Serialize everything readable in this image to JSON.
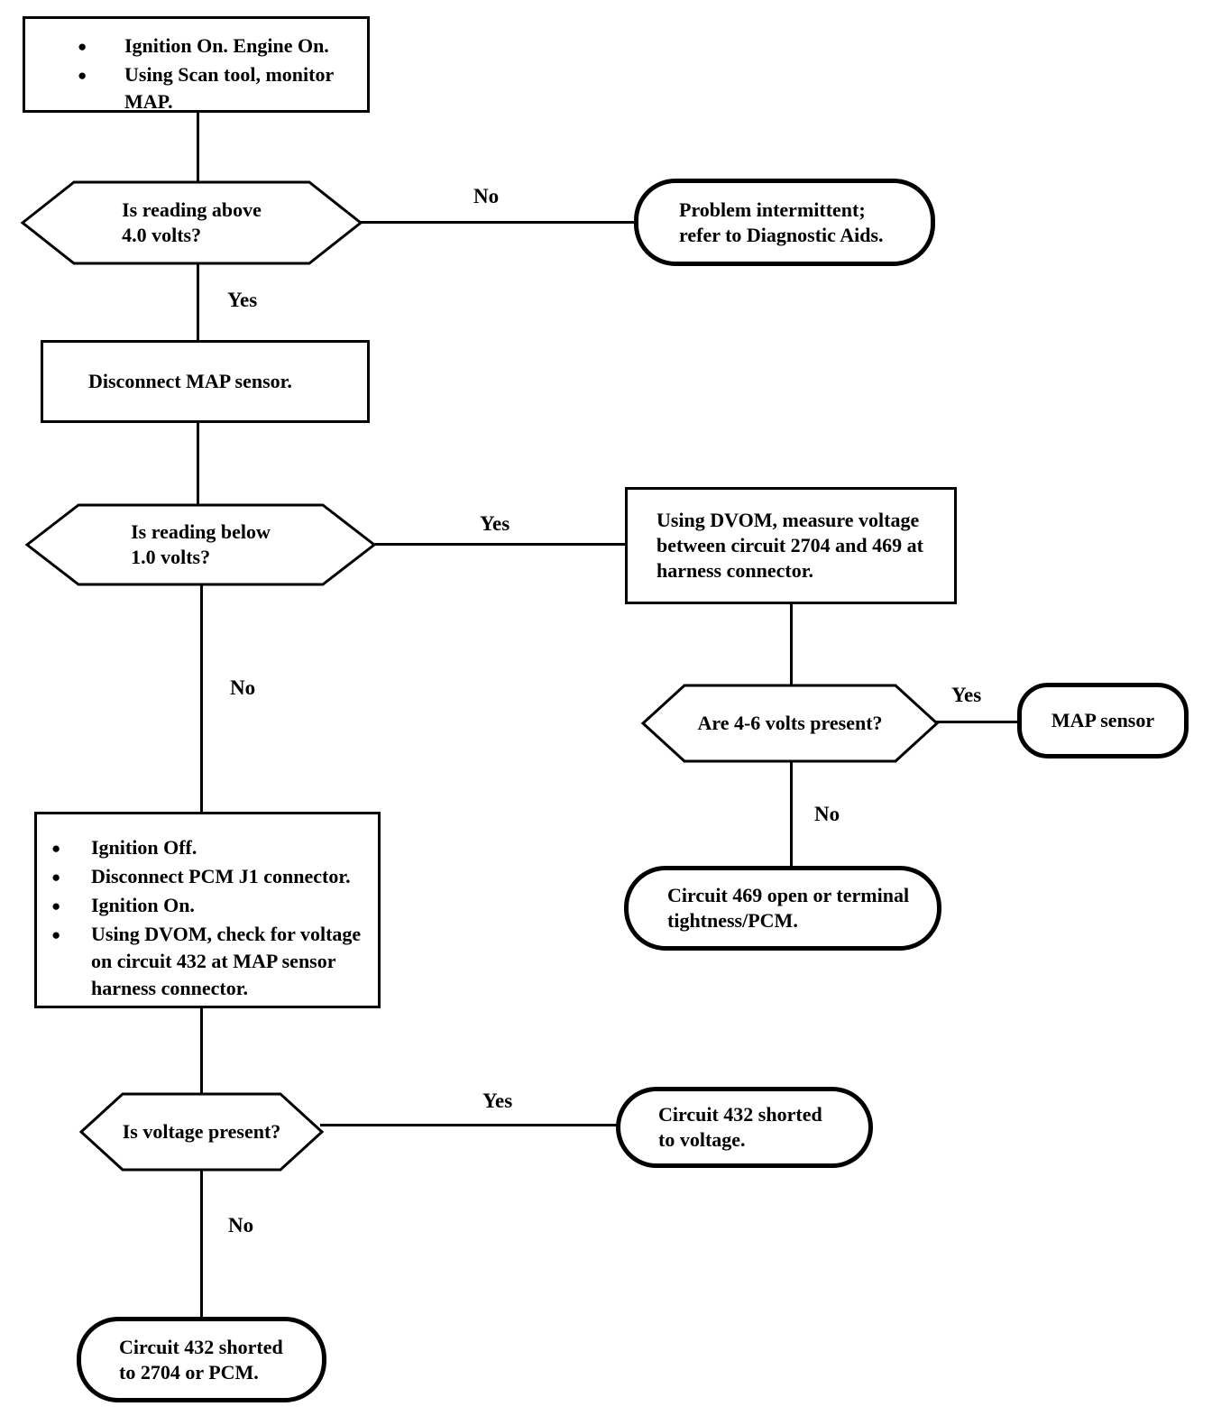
{
  "diagram": {
    "kind": "diagnostic-flowchart",
    "colors": {
      "ink": "#000000",
      "paper": "#ffffff"
    },
    "nodes": {
      "start": {
        "type": "process",
        "bullets": [
          "Ignition On. Engine On.",
          "Using Scan tool, monitor\nMAP."
        ]
      },
      "reading_above_4v": {
        "type": "decision",
        "text": "Is reading above\n4.0 volts?"
      },
      "problem_intermittent": {
        "type": "terminal",
        "text": "Problem intermittent;\nrefer to Diagnostic Aids."
      },
      "disconnect_map_sensor": {
        "type": "process",
        "text": "Disconnect MAP sensor."
      },
      "reading_below_1v": {
        "type": "decision",
        "text": "Is reading below\n1.0 volts?"
      },
      "measure_voltage_2704_469": {
        "type": "process",
        "text": "Using DVOM, measure voltage\nbetween circuit 2704 and 469 at\nharness connector."
      },
      "volts_4_6_present": {
        "type": "decision",
        "text": "Are 4-6 volts present?"
      },
      "map_sensor": {
        "type": "terminal",
        "text": "MAP sensor"
      },
      "circuit_469_open": {
        "type": "terminal",
        "text": "Circuit 469 open or terminal\ntightness/PCM."
      },
      "check_circuit_432": {
        "type": "process",
        "bullets": [
          "Ignition Off.",
          "Disconnect PCM J1 connector.",
          "Ignition On.",
          "Using DVOM, check for voltage\non circuit 432 at MAP sensor\nharness connector."
        ]
      },
      "voltage_present": {
        "type": "decision",
        "text": "Is voltage present?"
      },
      "circuit_432_shorted_voltage": {
        "type": "terminal",
        "text": "Circuit 432 shorted\nto voltage."
      },
      "circuit_432_shorted_2704": {
        "type": "terminal",
        "text": "Circuit 432 shorted\nto 2704 or PCM."
      }
    },
    "edge_labels": {
      "above4_no": "No",
      "above4_yes": "Yes",
      "below1_yes": "Yes",
      "below1_no": "No",
      "volts46_yes": "Yes",
      "volts46_no": "No",
      "voltage_yes": "Yes",
      "voltage_no": "No"
    }
  }
}
